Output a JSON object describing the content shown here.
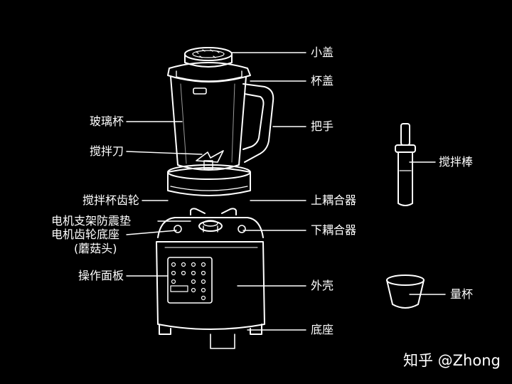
{
  "labels": {
    "small_lid": "小盖",
    "cup_lid": "杯盖",
    "handle": "把手",
    "glass_cup": "玻璃杯",
    "blade": "搅拌刀",
    "tamper": "搅拌棒",
    "cup_gear": "搅拌杯齿轮",
    "upper_coupler": "上耦合器",
    "motor_damper": "电机支架防震垫",
    "motor_gear_base": "电机齿轮底座",
    "mushroom_head": "(蘑菇头)",
    "lower_coupler": "下耦合器",
    "control_panel": "操作面板",
    "housing": "外壳",
    "measuring_cup": "量杯",
    "base": "底座"
  },
  "watermark": "知乎 @Zhong",
  "colors": {
    "background": "#000000",
    "line": "#ffffff"
  }
}
